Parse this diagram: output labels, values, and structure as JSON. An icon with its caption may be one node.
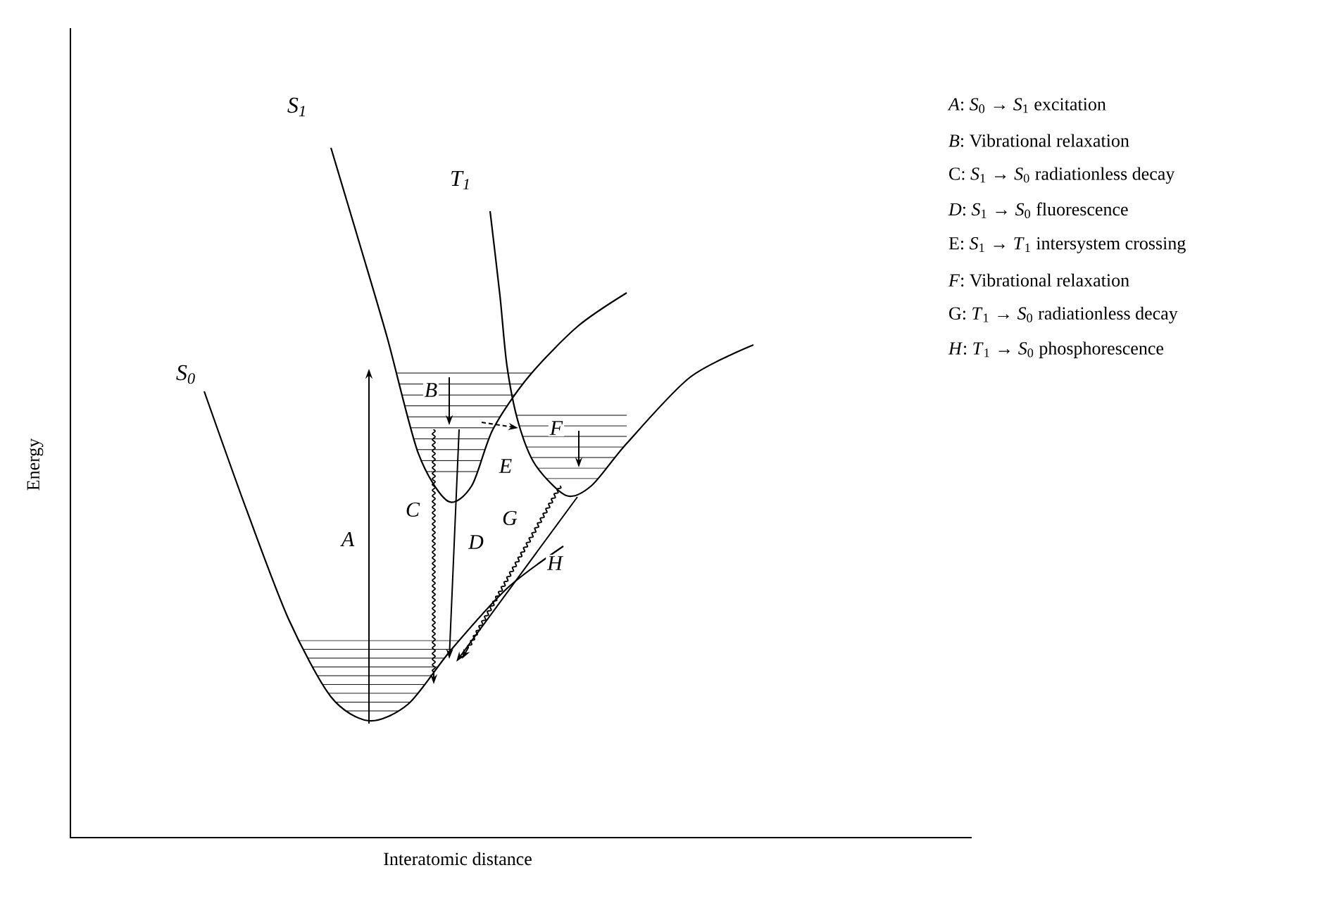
{
  "diagram": {
    "labels": [
      "Energy",
      "S$_{0}$",
      "S$_{1}$",
      "T$_{1}$",
      "A",
      "B",
      "C",
      "D",
      "E",
      "F",
      "G",
      "H",
      "*A*: *S*$_{0}$ → *S*$_{1}$ excitation",
      "*B*: Vibrational relaxation",
      "C: *S*$_{1}$ → *S*$_{0}$ radiationless decay",
      "*D*: *S*$_{1}$ → *S*$_{0}$ fluorescence",
      "E: *S*$_{1}$ → *T*$_{1}$ intersystem crossing",
      "*F*: Vibrational relaxation",
      "G: *T*$_{1}$ → *S*$_{0}$ radiationless decay",
      "*H*: *T*$_{1}$ → *S*$_{0}$ phosphorescence",
      "Interatomic distance"
    ]
  }
}
